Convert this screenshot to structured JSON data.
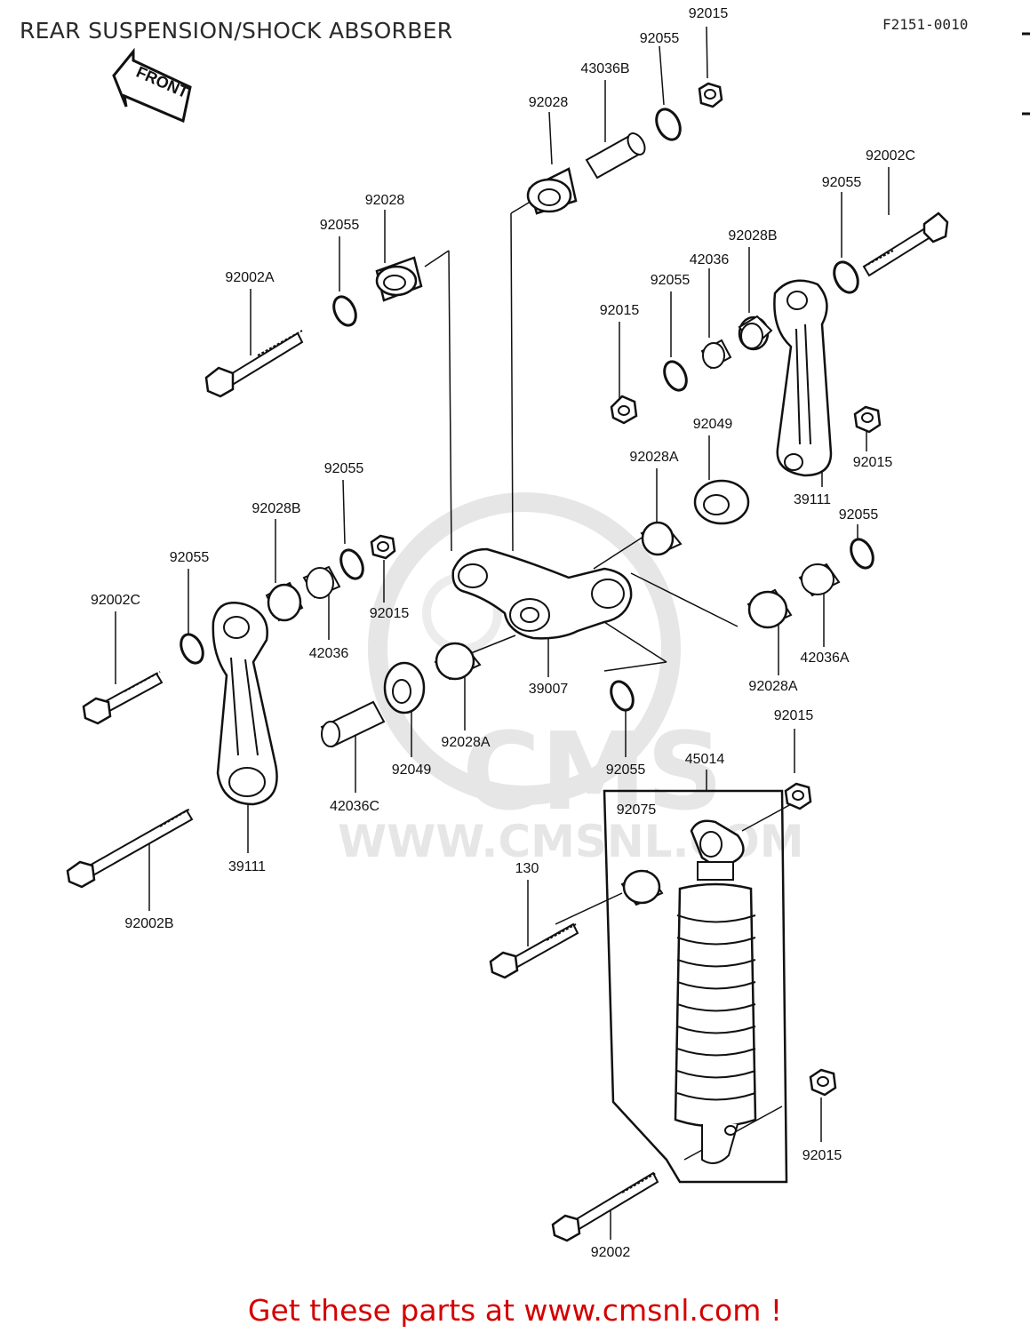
{
  "title": "REAR SUSPENSION/SHOCK ABSORBER",
  "diagram_code": "F2151-0010",
  "direction_arrow": "FRONT",
  "watermark": {
    "logo_text": "CMS",
    "url_text": "WWW.CMSNL.COM"
  },
  "promo": "Get these parts at www.cmsnl.com !",
  "callouts": [
    {
      "id": "c1",
      "text": "92015"
    },
    {
      "id": "c2",
      "text": "92055"
    },
    {
      "id": "c3",
      "text": "43036B"
    },
    {
      "id": "c4",
      "text": "92028"
    },
    {
      "id": "c5",
      "text": "92002C"
    },
    {
      "id": "c6",
      "text": "92055"
    },
    {
      "id": "c7",
      "text": "92028"
    },
    {
      "id": "c8",
      "text": "92055"
    },
    {
      "id": "c9",
      "text": "92028B"
    },
    {
      "id": "c10",
      "text": "42036"
    },
    {
      "id": "c11",
      "text": "92055"
    },
    {
      "id": "c12",
      "text": "92002A"
    },
    {
      "id": "c13",
      "text": "92015"
    },
    {
      "id": "c14",
      "text": "92049"
    },
    {
      "id": "c15",
      "text": "92015"
    },
    {
      "id": "c16",
      "text": "92028A"
    },
    {
      "id": "c17",
      "text": "39111"
    },
    {
      "id": "c18",
      "text": "92055"
    },
    {
      "id": "c19",
      "text": "92055"
    },
    {
      "id": "c20",
      "text": "92028B"
    },
    {
      "id": "c21",
      "text": "92055"
    },
    {
      "id": "c22",
      "text": "92002C"
    },
    {
      "id": "c23",
      "text": "92015"
    },
    {
      "id": "c24",
      "text": "42036"
    },
    {
      "id": "c25",
      "text": "39007"
    },
    {
      "id": "c26",
      "text": "92028A"
    },
    {
      "id": "c27",
      "text": "42036A"
    },
    {
      "id": "c28",
      "text": "92028A"
    },
    {
      "id": "c29",
      "text": "92015"
    },
    {
      "id": "c30",
      "text": "92049"
    },
    {
      "id": "c31",
      "text": "92055"
    },
    {
      "id": "c32",
      "text": "45014"
    },
    {
      "id": "c33",
      "text": "42036C"
    },
    {
      "id": "c34",
      "text": "92075"
    },
    {
      "id": "c35",
      "text": "39111"
    },
    {
      "id": "c36",
      "text": "130"
    },
    {
      "id": "c37",
      "text": "92002B"
    },
    {
      "id": "c38",
      "text": "92015"
    },
    {
      "id": "c39",
      "text": "92002"
    }
  ]
}
